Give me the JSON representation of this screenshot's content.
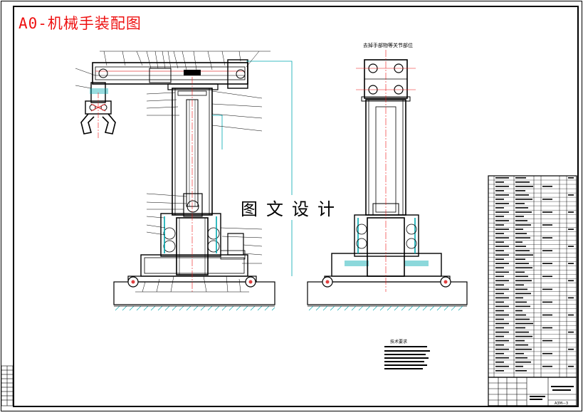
{
  "title": "A0-机械手装配图",
  "watermark": "图文设计",
  "view_note": "去掉手部物等关节部位",
  "tech_requirements_title": "技术要求",
  "drawing_no": "A3M—3",
  "colors": {
    "line": "#000000",
    "center_line": "#ee1111",
    "leader": "#00a8b0",
    "hatch": "#00a8b0",
    "bolt": "#e04040",
    "title": "#ee1111"
  }
}
